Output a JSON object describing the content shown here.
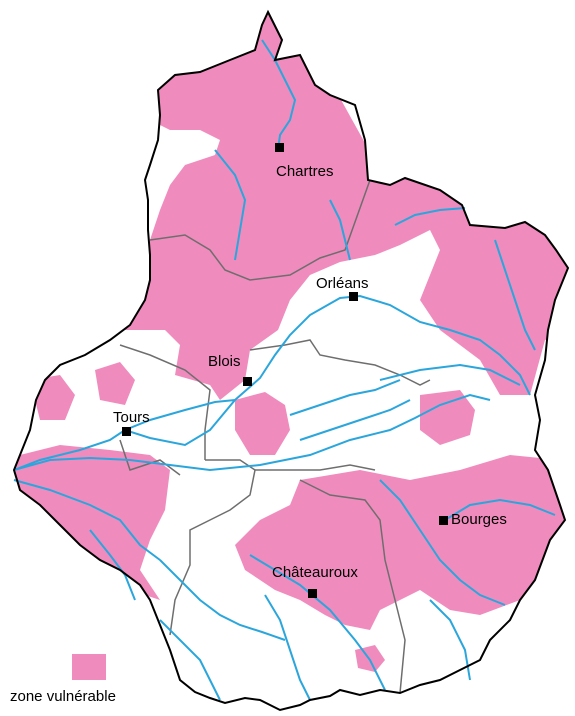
{
  "map": {
    "colors": {
      "vulnerable_zone": "#f08bbd",
      "river": "#2aa6dc",
      "department_border": "#6e6e6e",
      "region_border": "#000000",
      "city_marker": "#000000"
    },
    "cities": [
      {
        "name": "Chartres",
        "icon": "square-marker-icon"
      },
      {
        "name": "Orléans",
        "icon": "square-marker-icon"
      },
      {
        "name": "Blois",
        "icon": "square-marker-icon"
      },
      {
        "name": "Tours",
        "icon": "square-marker-icon"
      },
      {
        "name": "Bourges",
        "icon": "square-marker-icon"
      },
      {
        "name": "Châteauroux",
        "icon": "square-marker-icon"
      }
    ]
  },
  "legend": {
    "label": "zone vulnérable",
    "icon": "pink-square-swatch-icon"
  }
}
